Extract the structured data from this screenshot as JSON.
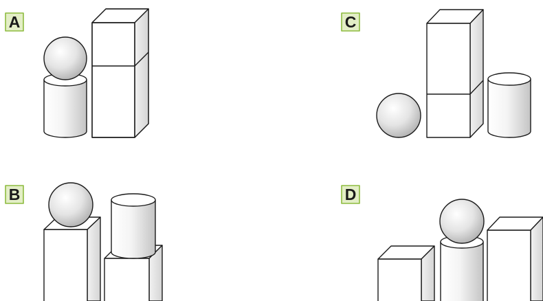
{
  "options": [
    {
      "letter": "A"
    },
    {
      "letter": "B"
    },
    {
      "letter": "C"
    },
    {
      "letter": "D"
    }
  ],
  "colors": {
    "label_fill": "#e3eec6",
    "label_border": "#8dbb3f",
    "outline": "#1a1a1a",
    "face": "#ffffff",
    "side_shade": "#e6e6e6",
    "sphere_light": "#ffffff",
    "sphere_dark": "#bdbdbd"
  }
}
